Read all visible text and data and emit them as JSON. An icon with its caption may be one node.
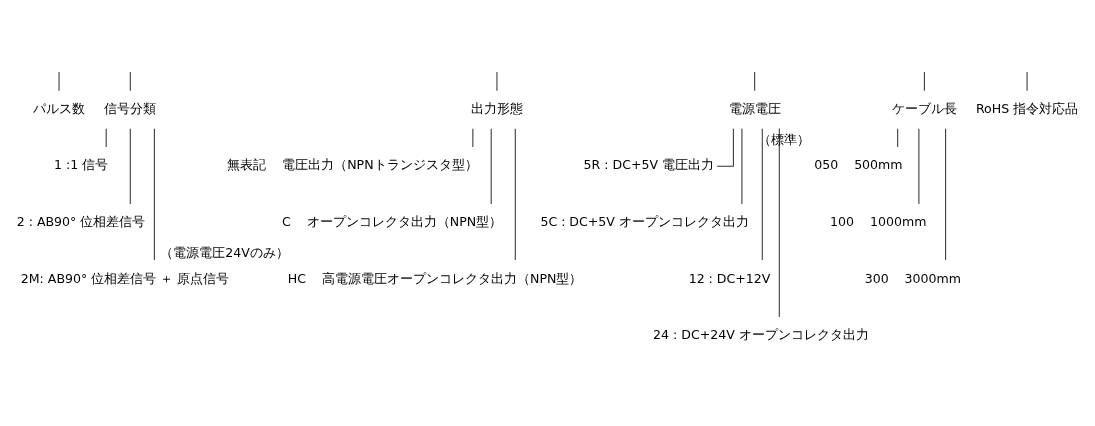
{
  "diagram": {
    "nodes": [
      {
        "text": [
          "パルス数"
        ]
      },
      {
        "text": [
          "信号分類"
        ]
      },
      {
        "text": [
          "出力形態"
        ]
      },
      {
        "text": [
          "電源電圧"
        ]
      },
      {
        "text": [
          "ケーブル長"
        ]
      },
      {
        "text": [
          "RoHS 指令対応品"
        ]
      },
      {
        "text": [
          "050",
          "500mm"
        ],
        "beside": [
          "（標準）"
        ]
      },
      {
        "text": [
          "100",
          "1000mm"
        ]
      },
      {
        "text": [
          "300",
          "3000mm"
        ]
      },
      {
        "text": [
          "5R : DC+5V 電圧出力"
        ]
      },
      {
        "text": [
          "5C : DC+5V オープンコレクタ出力"
        ]
      },
      {
        "text": [
          "12 : DC+12V"
        ]
      },
      {
        "text": [
          "24 : DC+24V オープンコレクタ出力"
        ]
      },
      {
        "text": [
          "無表記",
          "電圧出力（NPNトランジスタ型）"
        ]
      },
      {
        "text": [
          "C",
          "オープンコレクタ出力（NPN型）"
        ]
      },
      {
        "text": [
          "HC",
          "高電源電圧オープンコレクタ出力（NPN型）"
        ],
        "beside": [
          "（電源電圧24Vのみ）"
        ]
      },
      {
        "text": [
          "1 :1 信号"
        ]
      },
      {
        "text": [
          "2 : AB90° 位相差信号"
        ]
      },
      {
        "text": [
          "2M: AB90° 位相差信号 ＋ 原点信号"
        ]
      }
    ],
    "edges": [
      {
        "from": null,
        "to": 0,
        "arrow": "none"
      },
      {
        "from": null,
        "to": 1,
        "arrow": "none"
      },
      {
        "from": null,
        "to": 2,
        "arrow": "none"
      },
      {
        "from": null,
        "to": 3,
        "arrow": "none"
      },
      {
        "from": null,
        "to": 4,
        "arrow": "none"
      },
      {
        "from": null,
        "to": 5,
        "arrow": "none"
      },
      {
        "from": 4,
        "to": 6,
        "arrow": "none"
      },
      {
        "from": 4,
        "to": 7,
        "arrow": "none"
      },
      {
        "from": 4,
        "to": 8,
        "arrow": "none"
      },
      {
        "from": 3,
        "to": 9,
        "arrow": "none"
      },
      {
        "from": 3,
        "to": 10,
        "arrow": "none"
      },
      {
        "from": 3,
        "to": 11,
        "arrow": "none"
      },
      {
        "from": 3,
        "to": 12,
        "arrow": "none"
      },
      {
        "from": 2,
        "to": 13,
        "arrow": "none"
      },
      {
        "from": 2,
        "to": 14,
        "arrow": "none"
      },
      {
        "from": 2,
        "to": 15,
        "arrow": "none"
      },
      {
        "from": 1,
        "to": 16,
        "arrow": "none"
      },
      {
        "from": 1,
        "to": 17,
        "arrow": "none"
      },
      {
        "from": 1,
        "to": 18,
        "arrow": "none"
      }
    ]
  }
}
